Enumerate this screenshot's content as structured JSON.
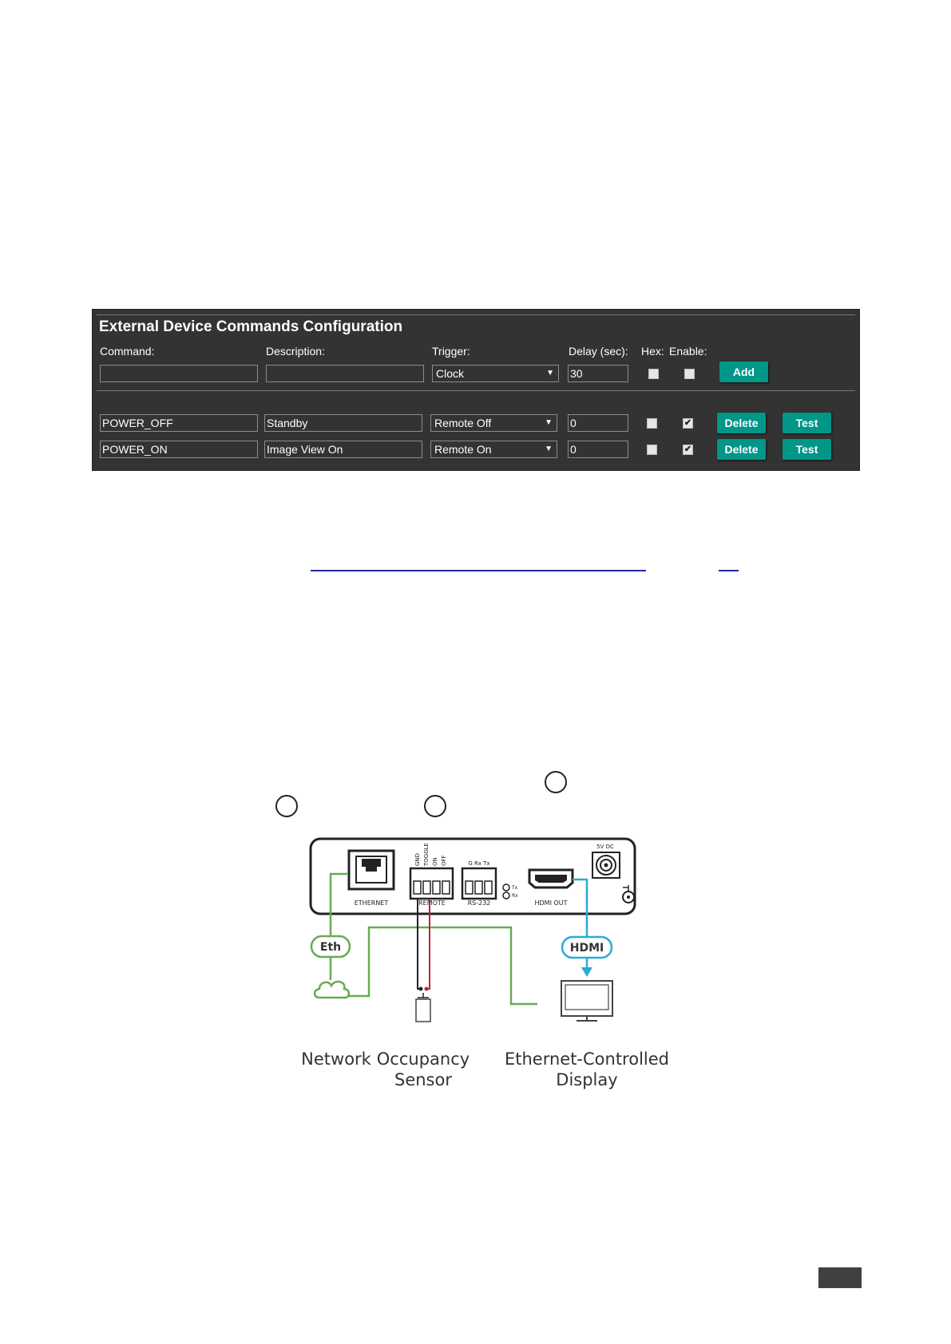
{
  "panel": {
    "title": "External Device Commands Configuration",
    "headers": {
      "command": "Command:",
      "description": "Description:",
      "trigger": "Trigger:",
      "delay": "Delay (sec):",
      "hex": "Hex:",
      "enable": "Enable:"
    },
    "new_entry": {
      "command": "",
      "description": "",
      "trigger": "Clock",
      "delay": "30",
      "hex": false,
      "enable": false,
      "add_label": "Add"
    },
    "rows": [
      {
        "command": "POWER_OFF",
        "description": "Standby",
        "trigger": "Remote Off",
        "delay": "0",
        "hex": false,
        "enable": true,
        "delete_label": "Delete",
        "test_label": "Test"
      },
      {
        "command": "POWER_ON",
        "description": "Image View On",
        "trigger": "Remote On",
        "delay": "0",
        "hex": false,
        "enable": true,
        "delete_label": "Delete",
        "test_label": "Test"
      }
    ],
    "check_mark": "✔"
  },
  "diagram": {
    "port_labels": {
      "ethernet": "ETHERNET",
      "remote": "REMOTE",
      "rs232": "RS-232",
      "hdmi_out": "HDMI  OUT",
      "dc": "5V DC",
      "remote_pins": [
        "GND",
        "TOGGLE",
        "ON",
        "OFF"
      ],
      "rs232_pins": "G Rx Tx",
      "tx": "Tx",
      "rx": "Rx"
    },
    "tags": {
      "eth": "Eth",
      "hdmi": "HDMI"
    },
    "captions": {
      "network": "Network",
      "sensor": "Occupancy\nSensor",
      "display": "Ethernet-Controlled\nDisplay"
    },
    "colors": {
      "eth": "#6aaa55",
      "hdmi": "#29abd4",
      "sensor_wire": "#b0283c",
      "device": "#222222"
    }
  }
}
